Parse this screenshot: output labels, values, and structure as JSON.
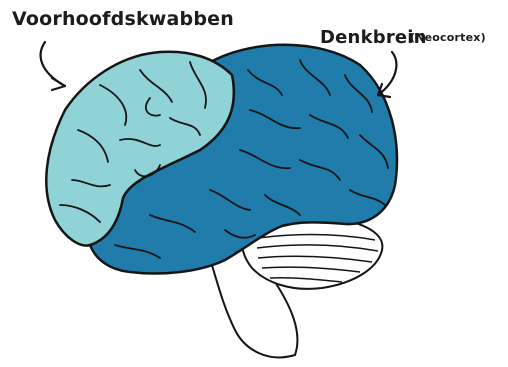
{
  "labels": {
    "frontal_lobe": "Voorhoofdskwabben",
    "neocortex_main": "Denkbrein",
    "neocortex_sub": "(Neocortex)"
  },
  "colors": {
    "frontal_lobe": "#8fd3d6",
    "neocortex": "#1f7cab",
    "cerebellum": "#ffffff",
    "brainstem": "#ffffff",
    "outline": "#151515"
  },
  "icons": {
    "left_pointer": "curved-arrow-down-right",
    "right_pointer": "curved-arrow-down-left"
  }
}
